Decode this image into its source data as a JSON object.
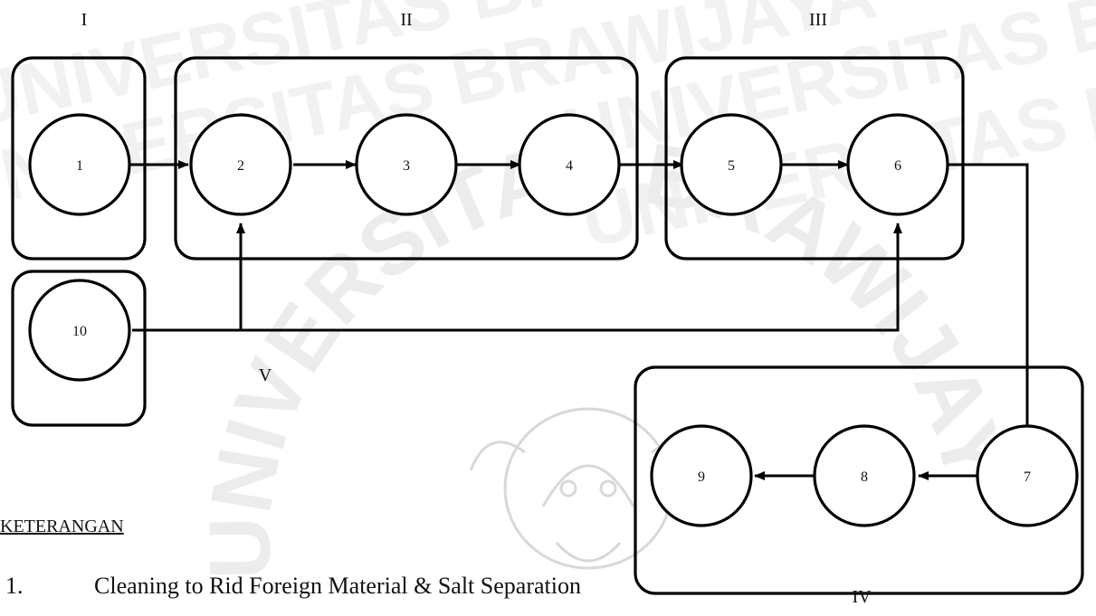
{
  "watermark": {
    "text": "UNIVERSITAS BRAWIJAYA",
    "arc_text": "UNIVERSITAS BRAWIJAYA",
    "emblem": "university-seal"
  },
  "groups": [
    {
      "id": "I",
      "label": "I"
    },
    {
      "id": "II",
      "label": "II"
    },
    {
      "id": "III",
      "label": "III"
    },
    {
      "id": "IV",
      "label": "IV"
    },
    {
      "id": "V",
      "label": "V"
    }
  ],
  "nodes": [
    {
      "id": "1",
      "label": "1"
    },
    {
      "id": "2",
      "label": "2"
    },
    {
      "id": "3",
      "label": "3"
    },
    {
      "id": "4",
      "label": "4"
    },
    {
      "id": "5",
      "label": "5"
    },
    {
      "id": "6",
      "label": "6"
    },
    {
      "id": "7",
      "label": "7"
    },
    {
      "id": "8",
      "label": "8"
    },
    {
      "id": "9",
      "label": "9"
    },
    {
      "id": "10",
      "label": "10"
    }
  ],
  "edges": [
    {
      "from": "1",
      "to": "2"
    },
    {
      "from": "2",
      "to": "3"
    },
    {
      "from": "3",
      "to": "4"
    },
    {
      "from": "4",
      "to": "5"
    },
    {
      "from": "5",
      "to": "6"
    },
    {
      "from": "6",
      "to": "7"
    },
    {
      "from": "7",
      "to": "8"
    },
    {
      "from": "8",
      "to": "9"
    },
    {
      "from": "10",
      "to": "2"
    },
    {
      "from": "10",
      "to": "6"
    }
  ],
  "legend": {
    "title": "KETERANGAN",
    "items": [
      {
        "number": "1.",
        "text": "Cleaning to Rid Foreign Material & Salt Separation"
      }
    ]
  }
}
